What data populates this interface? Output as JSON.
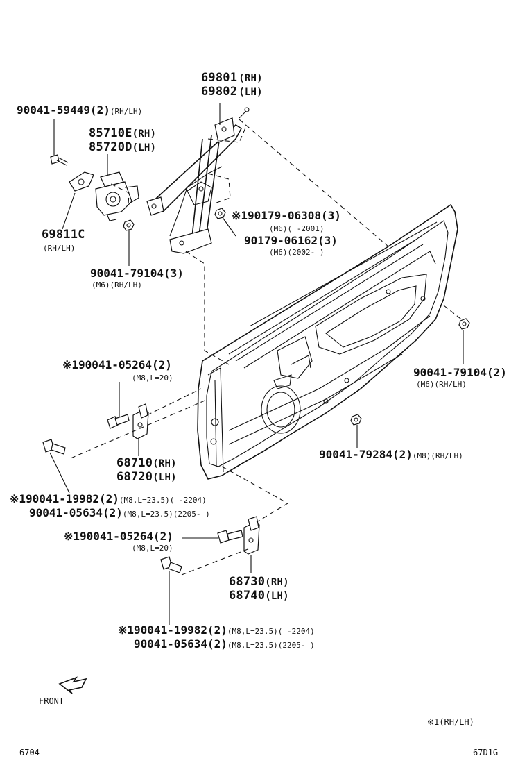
{
  "labels": {
    "reg_pn_rh": "69801",
    "reg_pn_rh_side": "(RH)",
    "reg_pn_lh": "69802",
    "reg_pn_lh_side": "(LH)",
    "bolt_top_pn": "90041-59449(2)",
    "bolt_top_note": "(RH/LH)",
    "motor_pn_rh": "85710E",
    "motor_pn_rh_side": "(RH)",
    "motor_pn_lh": "85720D",
    "motor_pn_lh_side": "(LH)",
    "nut_a_pn": "※190179-06308(3)",
    "nut_a_note": "(M6)(      -2001)",
    "nut_b_pn": "90179-06162(3)",
    "nut_b_note": "(M6)(2002-      )",
    "bracket_pn": "69811C",
    "bracket_note": "(RH/LH)",
    "nut_c_pn": "90041-79104(3)",
    "nut_c_note": "(M6)(RH/LH)",
    "nut_d_pn": "90041-79104(2)",
    "nut_d_note": "(M6)(RH/LH)",
    "bolt_e_pn": "※190041-05264(2)",
    "bolt_e_note": "(M8,L=20)",
    "nut_f_pn": "90041-79284(2)",
    "nut_f_note": "(M8)(RH/LH)",
    "hinge_up_rh": "68710",
    "hinge_up_rh_side": "(RH)",
    "hinge_up_lh": "68720",
    "hinge_up_lh_side": "(LH)",
    "bolt_g_pn": "※190041-19982(2)",
    "bolt_g_note": "(M8,L=23.5)(      -2204)",
    "bolt_h_pn": "90041-05634(2)",
    "bolt_h_note": "(M8,L=23.5)(2205-      )",
    "bolt_i_pn": "※190041-05264(2)",
    "bolt_i_note": "(M8,L=20)",
    "hinge_lo_rh": "68730",
    "hinge_lo_rh_side": "(RH)",
    "hinge_lo_lh": "68740",
    "hinge_lo_lh_side": "(LH)",
    "bolt_j_pn": "※190041-19982(2)",
    "bolt_j_note": "(M8,L=23.5)(      -2204)",
    "bolt_k_pn": "90041-05634(2)",
    "bolt_k_note": "(M8,L=23.5)(2205-      )",
    "front": "FRONT",
    "footnote": "※1(RH/LH)",
    "page_code": "6704",
    "fig_code": "67D1G"
  }
}
